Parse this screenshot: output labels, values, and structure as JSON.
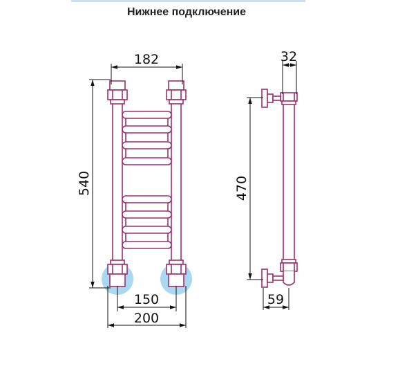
{
  "title": "Нижнее подключение",
  "colors": {
    "pipe": "#9c2f6f",
    "pipe_fill": "#ffffff",
    "dim_line": "#111111",
    "connector_highlight": "#a9d8f0"
  },
  "dims": {
    "front_width_top": "182",
    "front_height": "540",
    "front_center_distance": "150",
    "front_total_width": "200",
    "side_depth_top": "32",
    "side_height": "470",
    "side_offset_bottom": "59"
  }
}
